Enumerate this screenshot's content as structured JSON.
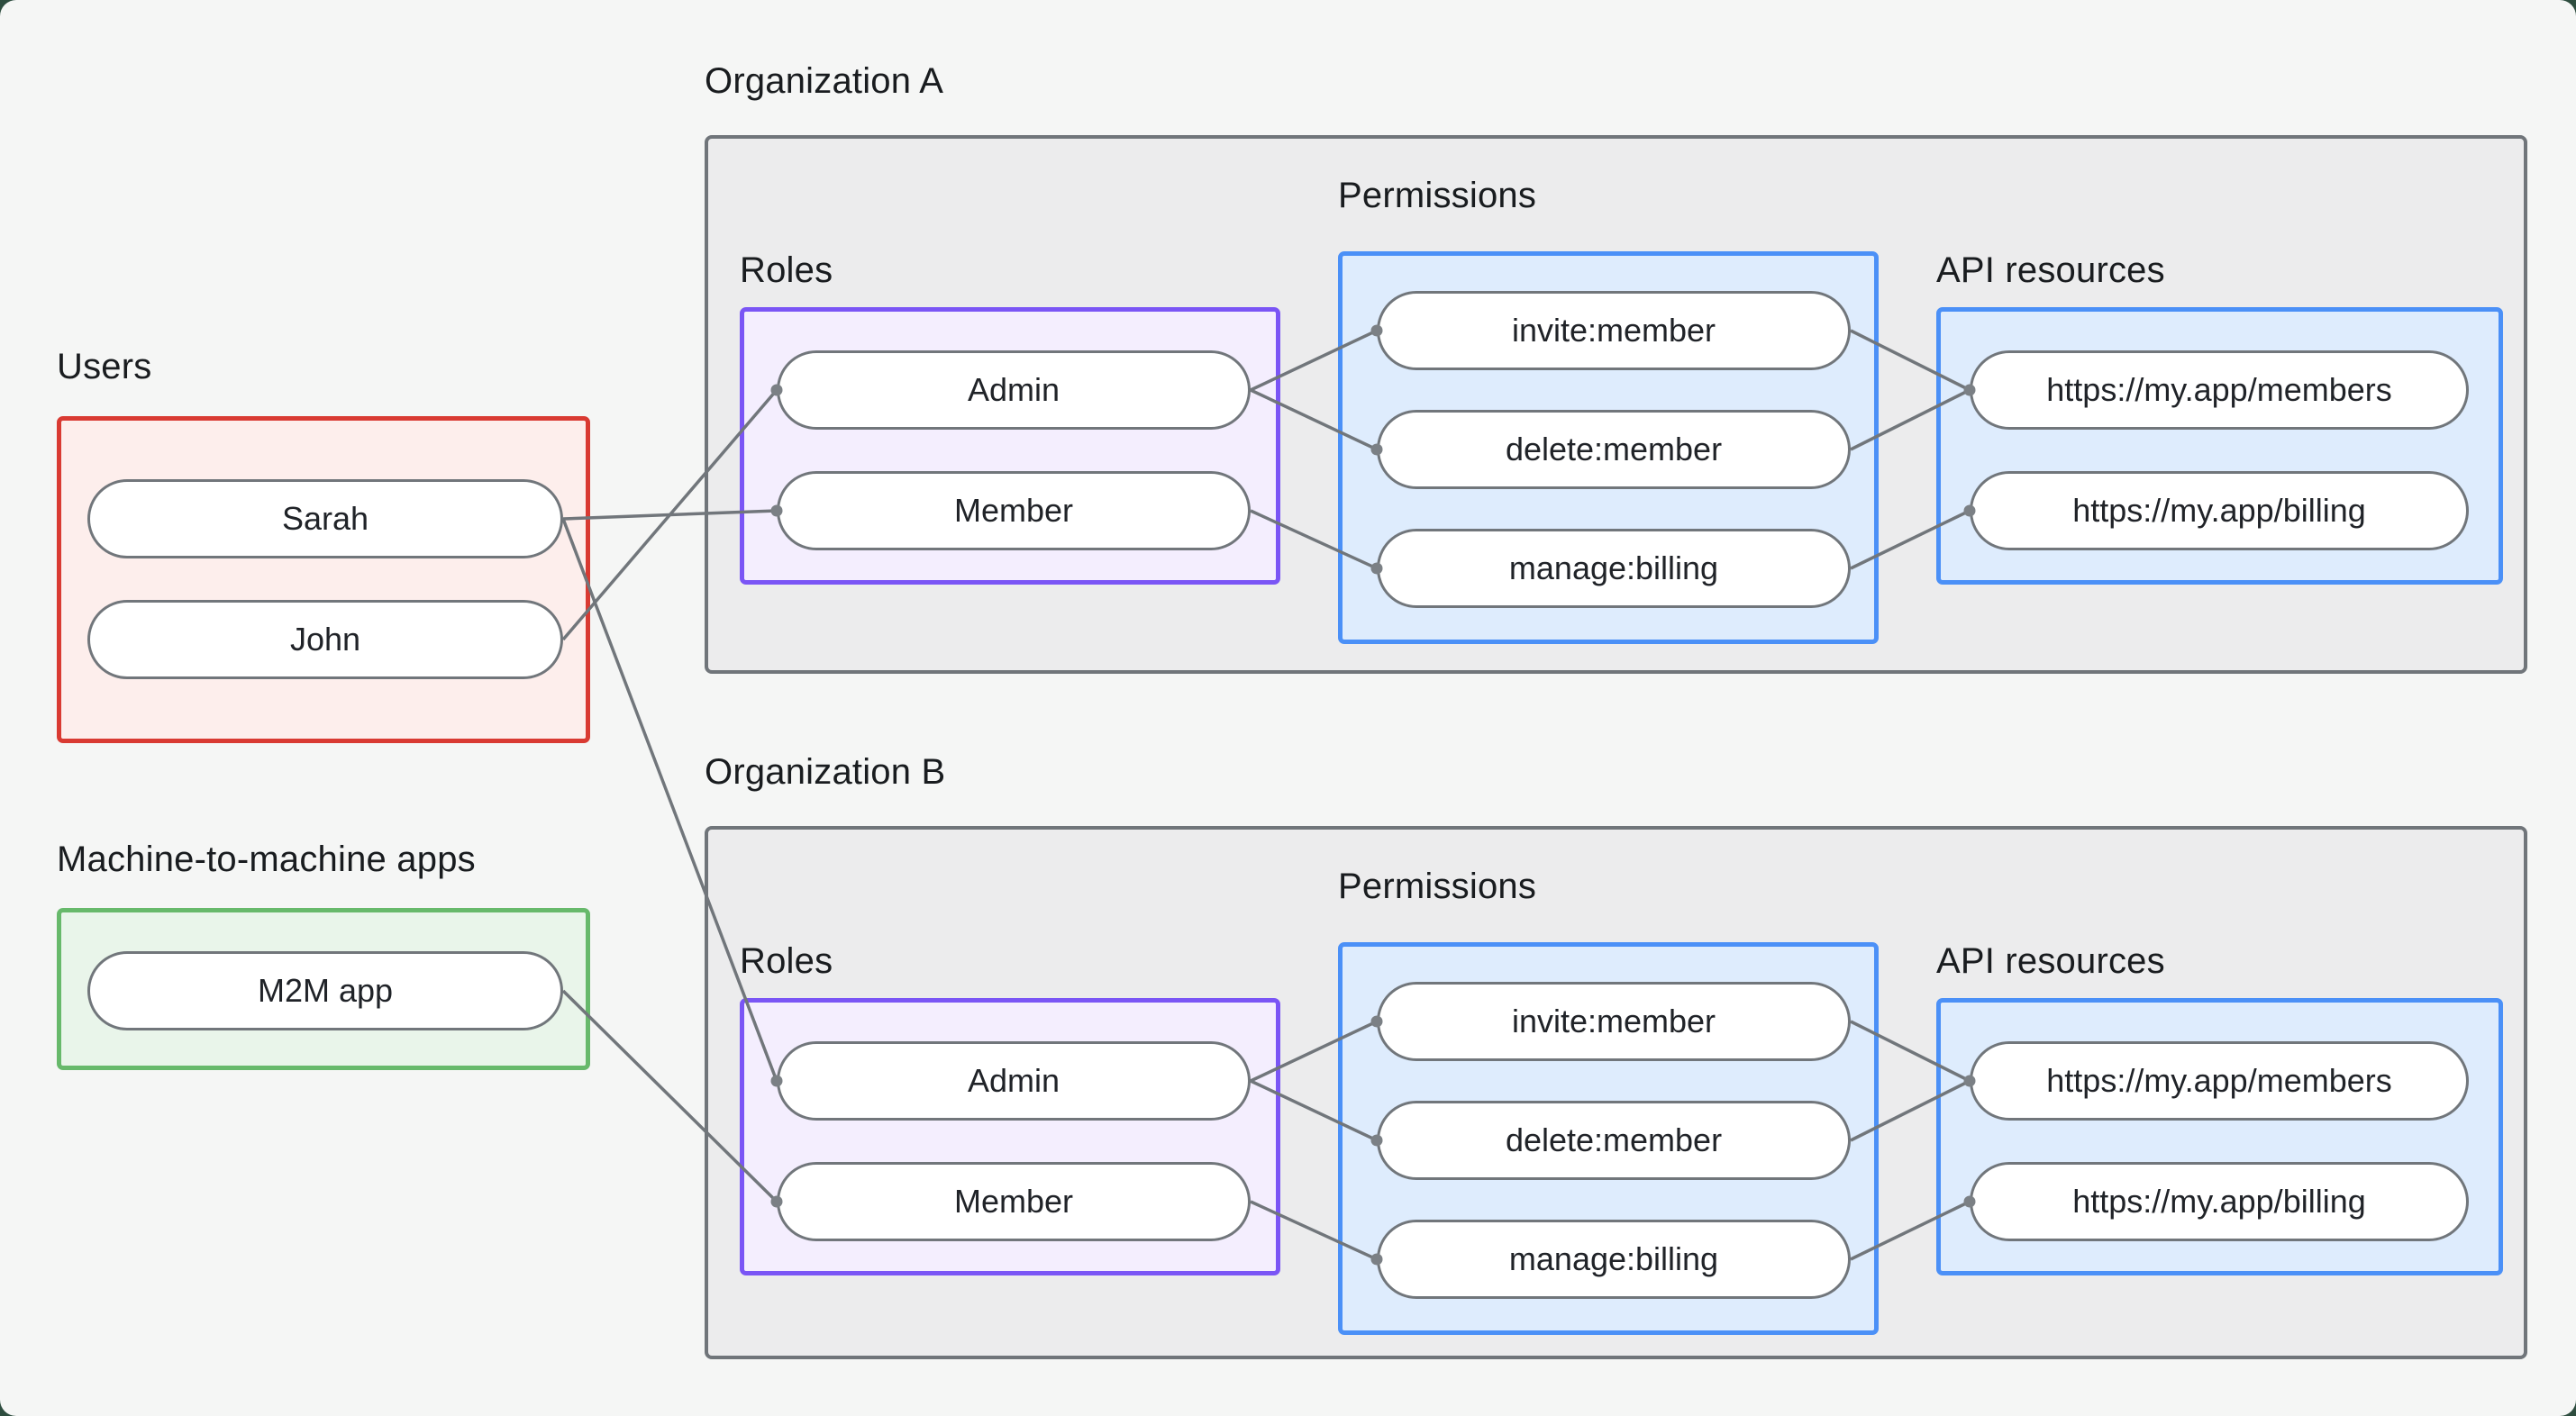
{
  "canvas": {
    "background": "#f5f6f5",
    "corner_backdrop": "#2e4d3f"
  },
  "colors": {
    "org_border": "#70757a",
    "org_fill": "#ececed",
    "users_border": "#d93a32",
    "users_fill": "#fdeeec",
    "m2m_border": "#67b96b",
    "m2m_fill": "#e9f5ea",
    "roles_border": "#7a55f5",
    "roles_fill": "#f4eefe",
    "blue_border": "#4b90f7",
    "blue_fill": "#deecfd",
    "edge": "#71767b",
    "pill_fill": "#ffffff",
    "text": "#202328"
  },
  "users_group": {
    "label": "Users",
    "nodes": [
      {
        "id": "sarah",
        "label": "Sarah"
      },
      {
        "id": "john",
        "label": "John"
      }
    ]
  },
  "m2m_group": {
    "label": "Machine-to-machine apps",
    "nodes": [
      {
        "id": "m2m",
        "label": "M2M app"
      }
    ]
  },
  "orgs": [
    {
      "id": "org-a",
      "label": "Organization A",
      "roles": {
        "label": "Roles",
        "nodes": [
          {
            "id": "admin-a",
            "label": "Admin"
          },
          {
            "id": "member-a",
            "label": "Member"
          }
        ]
      },
      "permissions": {
        "label": "Permissions",
        "nodes": [
          {
            "id": "invite-a",
            "label": "invite:member"
          },
          {
            "id": "delete-a",
            "label": "delete:member"
          },
          {
            "id": "manage-a",
            "label": "manage:billing"
          }
        ]
      },
      "api_resources": {
        "label": "API resources",
        "nodes": [
          {
            "id": "members-a",
            "label": "https://my.app/members"
          },
          {
            "id": "billing-a",
            "label": "https://my.app/billing"
          }
        ]
      }
    },
    {
      "id": "org-b",
      "label": "Organization B",
      "roles": {
        "label": "Roles",
        "nodes": [
          {
            "id": "admin-b",
            "label": "Admin"
          },
          {
            "id": "member-b",
            "label": "Member"
          }
        ]
      },
      "permissions": {
        "label": "Permissions",
        "nodes": [
          {
            "id": "invite-b",
            "label": "invite:member"
          },
          {
            "id": "delete-b",
            "label": "delete:member"
          },
          {
            "id": "manage-b",
            "label": "manage:billing"
          }
        ]
      },
      "api_resources": {
        "label": "API resources",
        "nodes": [
          {
            "id": "members-b",
            "label": "https://my.app/members"
          },
          {
            "id": "billing-b",
            "label": "https://my.app/billing"
          }
        ]
      }
    }
  ],
  "edges": [
    {
      "from": "sarah",
      "to": "member-a"
    },
    {
      "from": "sarah",
      "to": "admin-b"
    },
    {
      "from": "john",
      "to": "admin-a"
    },
    {
      "from": "m2m",
      "to": "member-b"
    },
    {
      "from": "admin-a",
      "to": "invite-a"
    },
    {
      "from": "admin-a",
      "to": "delete-a"
    },
    {
      "from": "member-a",
      "to": "manage-a"
    },
    {
      "from": "invite-a",
      "to": "members-a"
    },
    {
      "from": "delete-a",
      "to": "members-a"
    },
    {
      "from": "manage-a",
      "to": "billing-a"
    },
    {
      "from": "admin-b",
      "to": "invite-b"
    },
    {
      "from": "admin-b",
      "to": "delete-b"
    },
    {
      "from": "member-b",
      "to": "manage-b"
    },
    {
      "from": "invite-b",
      "to": "members-b"
    },
    {
      "from": "delete-b",
      "to": "members-b"
    },
    {
      "from": "manage-b",
      "to": "billing-b"
    }
  ]
}
